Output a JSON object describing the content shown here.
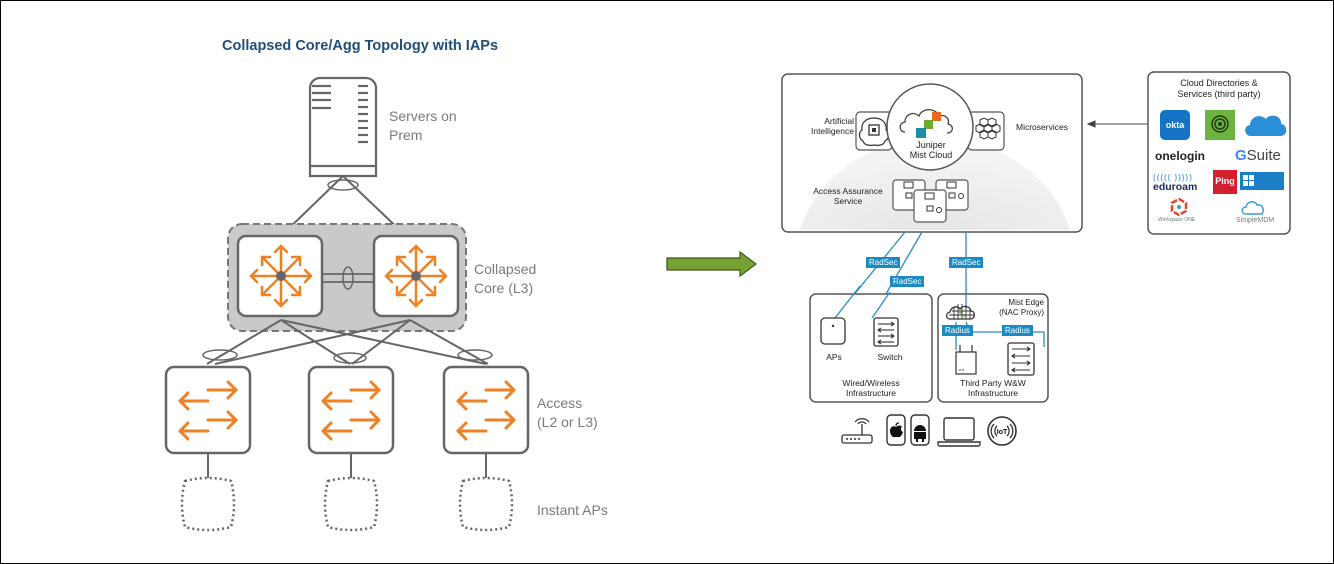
{
  "left_diagram": {
    "title": "Collapsed Core/Agg Topology with IAPs",
    "labels": {
      "servers_line1": "Servers on",
      "servers_line2": "Prem",
      "core_line1": "Collapsed",
      "core_line2": "Core (L3)",
      "access_line1": "Access",
      "access_line2": "(L2 or L3)",
      "aps": "Instant APs"
    },
    "colors": {
      "accent": "#ee8124",
      "line": "#666666",
      "core_group": "#c8c8c8",
      "title": "#1f4e79"
    }
  },
  "transition_arrow": {
    "color": "#77a233",
    "icon": "arrow-right-icon"
  },
  "right_diagram": {
    "cloud": {
      "name_line1": "Juniper",
      "name_line2": "Mist Cloud",
      "ai_line1": "Artificial",
      "ai_line2": "Intelligence",
      "microservices": "Microservices",
      "access_line1": "Access Assurance",
      "access_line2": "Service"
    },
    "third_party": {
      "title_line1": "Cloud Directories &",
      "title_line2": "Services (third party)",
      "logos": [
        "okta",
        "GovRoam",
        "Microsoft Azure",
        "onelogin",
        "G Suite",
        "eduroam",
        "Ping",
        "Microsoft Intune",
        "Workspace ONE",
        "SimpleMDM"
      ]
    },
    "tags": {
      "radsec": "RadSec",
      "radius": "Radius"
    },
    "wired_wireless": {
      "aps": "APs",
      "switch": "Switch",
      "title_line1": "Wired/Wireless",
      "title_line2": "Infrastructure"
    },
    "third_party_infra": {
      "edge_line1": "Mist Edge",
      "edge_line2": "(NAC Proxy)",
      "title_line1": "Third Party W&W",
      "title_line2": "Infrastructure"
    },
    "devices": [
      "wifi-router-icon",
      "apple-phone-icon",
      "android-phone-icon",
      "laptop-icon",
      "iot-icon"
    ],
    "colors": {
      "tag": "#1a8bc4",
      "link": "#2a8cc4"
    }
  }
}
